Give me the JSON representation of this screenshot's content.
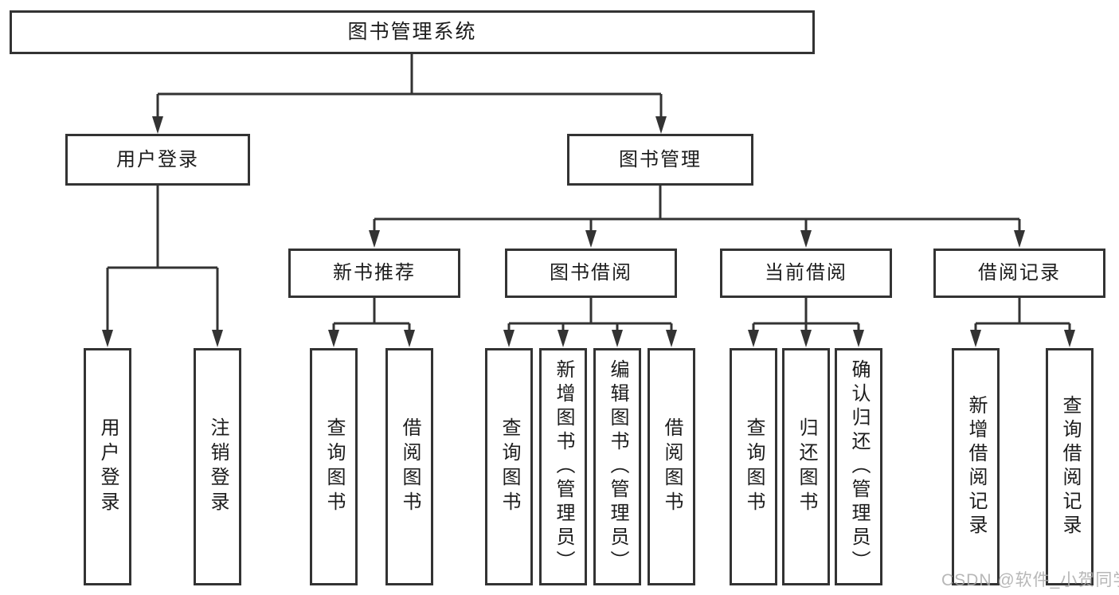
{
  "diagram": {
    "title": "图书管理系统",
    "branches": [
      {
        "label": "用户登录",
        "leaves": [
          "用户登录",
          "注销登录"
        ]
      },
      {
        "label": "图书管理",
        "sections": [
          {
            "label": "新书推荐",
            "leaves": [
              "查询图书",
              "借阅图书"
            ]
          },
          {
            "label": "图书借阅",
            "leaves": [
              "查询图书",
              "新增图书（管理员）",
              "编辑图书（管理员）",
              "借阅图书"
            ]
          },
          {
            "label": "当前借阅",
            "leaves": [
              "查询图书",
              "归还图书",
              "确认归还（管理员）"
            ]
          },
          {
            "label": "借阅记录",
            "leaves": [
              "新增借阅记录",
              "查询借阅记录"
            ]
          }
        ]
      }
    ]
  },
  "watermark": "CSDN @软件_小贺同学",
  "colors": {
    "line": "#333333",
    "box_border": "#333333",
    "text": "#1c1c1c",
    "watermark": "#aaaaaa",
    "background": "#ffffff"
  }
}
